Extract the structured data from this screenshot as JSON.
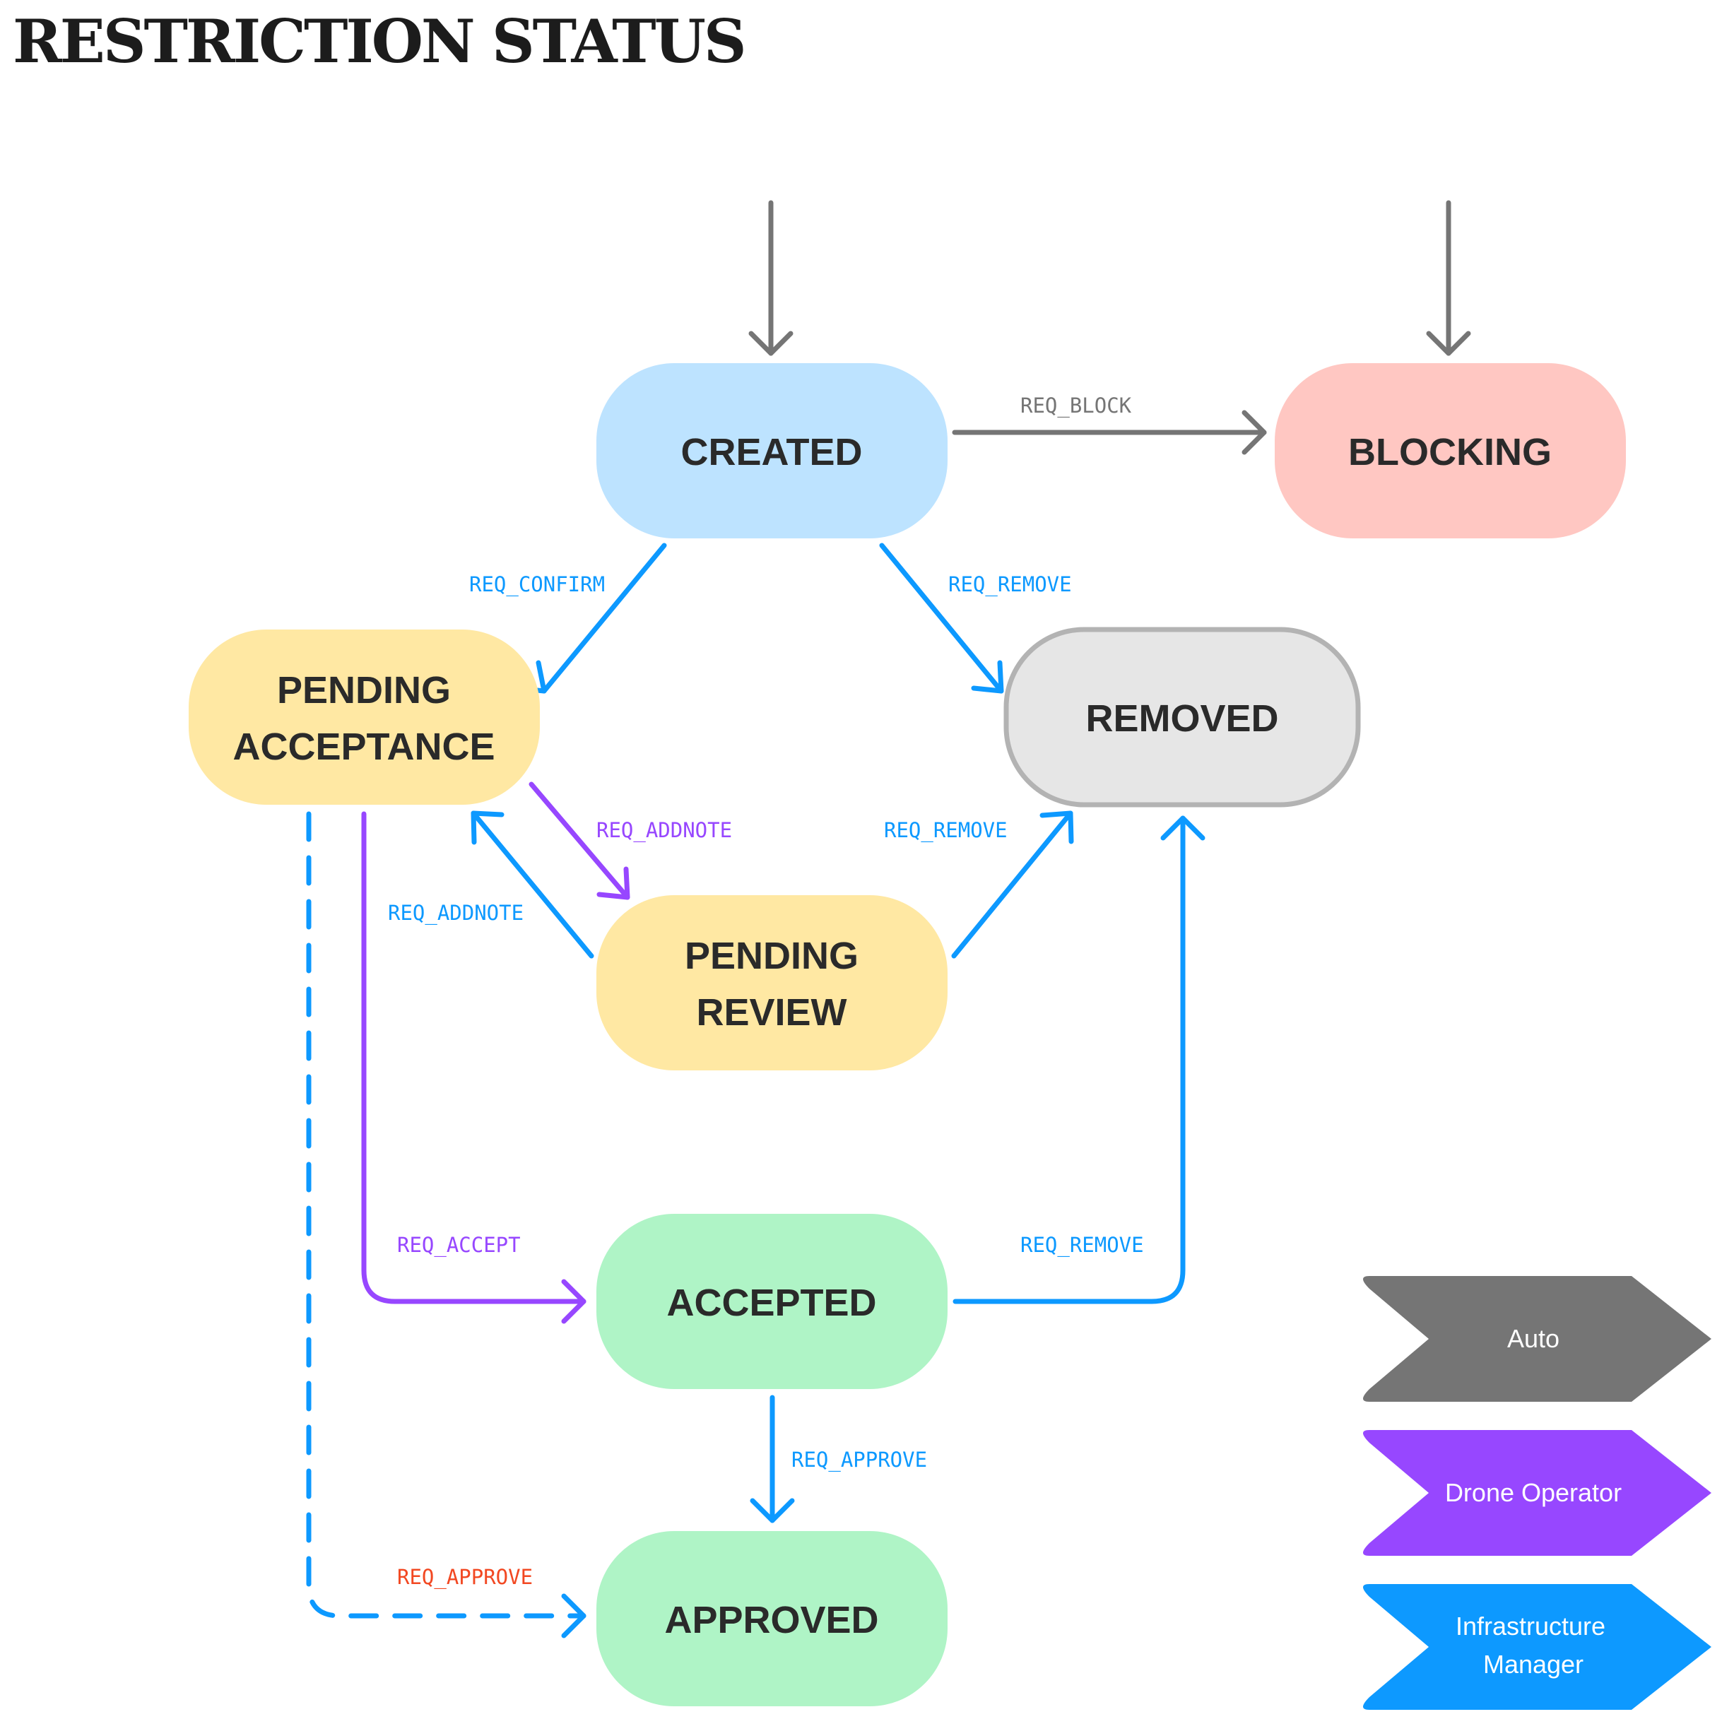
{
  "title": "RESTRICTION STATUS",
  "colors": {
    "auto": "#757575",
    "drone_operator": "#9747FF",
    "infrastructure_manager": "#0D99FF",
    "req_approve_dashed": "#F24822"
  },
  "states": {
    "created": {
      "label": "CREATED"
    },
    "blocking": {
      "label": "BLOCKING"
    },
    "pending_acceptance": {
      "line1": "PENDING",
      "line2": "ACCEPTANCE"
    },
    "removed": {
      "label": "REMOVED"
    },
    "pending_review": {
      "line1": "PENDING",
      "line2": "REVIEW"
    },
    "accepted": {
      "label": "ACCEPTED"
    },
    "approved": {
      "label": "APPROVED"
    }
  },
  "edges": {
    "req_block": "REQ_BLOCK",
    "req_confirm": "REQ_CONFIRM",
    "req_remove_created": "REQ_REMOVE",
    "req_addnote_operator": "REQ_ADDNOTE",
    "req_remove_review": "REQ_REMOVE",
    "req_addnote_manager": "REQ_ADDNOTE",
    "req_accept": "REQ_ACCEPT",
    "req_remove_accepted": "REQ_REMOVE",
    "req_approve": "REQ_APPROVE",
    "req_approve_direct": "REQ_APPROVE"
  },
  "legend": {
    "auto": "Auto",
    "drone_operator": "Drone Operator",
    "infrastructure_manager_line1": "Infrastructure",
    "infrastructure_manager_line2": "Manager"
  }
}
